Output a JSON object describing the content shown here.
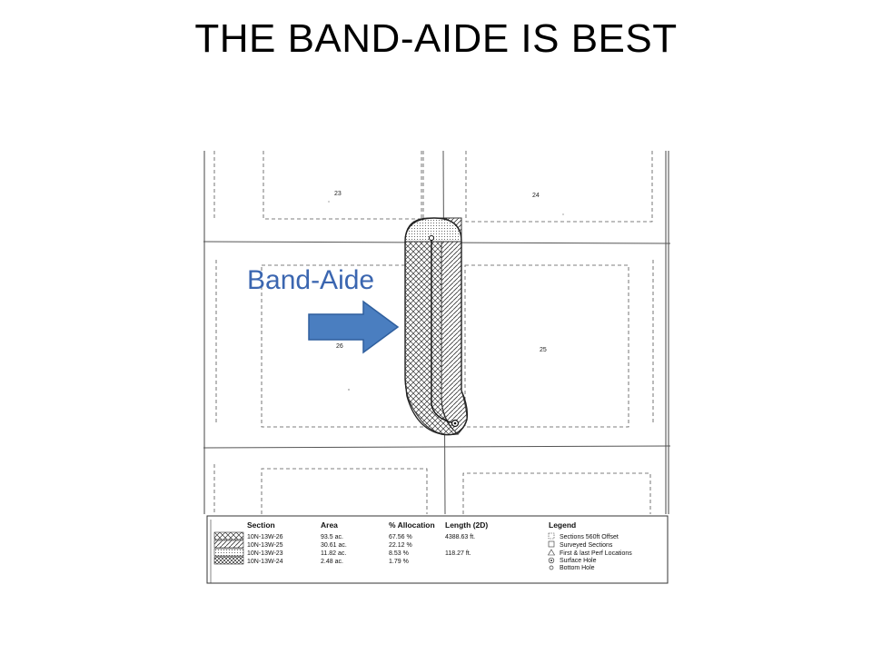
{
  "slide": {
    "title": "THE BAND-AIDE IS BEST"
  },
  "callout": {
    "label": "Band-Aide",
    "arrow_color": "#4a7ec0",
    "text_color": "#3b66b0"
  },
  "map": {
    "sections": [
      {
        "id": "23"
      },
      {
        "id": "24"
      },
      {
        "id": "26"
      },
      {
        "id": "25"
      }
    ]
  },
  "table": {
    "headers": {
      "section": "Section",
      "area": "Area",
      "allocation": "% Allocation",
      "length": "Length (2D)",
      "legend": "Legend"
    },
    "rows": [
      {
        "section": "10N-13W-26",
        "area": "93.5 ac.",
        "allocation": "67.56 %",
        "length": "4388.63 ft.",
        "pattern": "crosshatch-icon"
      },
      {
        "section": "10N-13W-25",
        "area": "30.61 ac.",
        "allocation": "22.12 %",
        "length": "",
        "pattern": "diagonal-hatch-icon"
      },
      {
        "section": "10N-13W-23",
        "area": "11.82 ac.",
        "allocation": "8.53 %",
        "length": "118.27 ft.",
        "pattern": "dots-icon"
      },
      {
        "section": "10N-13W-24",
        "area": "2.48 ac.",
        "allocation": "1.79 %",
        "length": "",
        "pattern": "checker-icon"
      }
    ],
    "legend_items": [
      {
        "label": "Sections 560ft Offset",
        "icon": "dashed-square-icon"
      },
      {
        "label": "Surveyed Sections",
        "icon": "square-icon"
      },
      {
        "label": "First & last Perf Locations",
        "icon": "triangle-icon"
      },
      {
        "label": "Surface Hole",
        "icon": "target-circle-icon"
      },
      {
        "label": "Bottom Hole",
        "icon": "small-circle-icon"
      }
    ]
  }
}
